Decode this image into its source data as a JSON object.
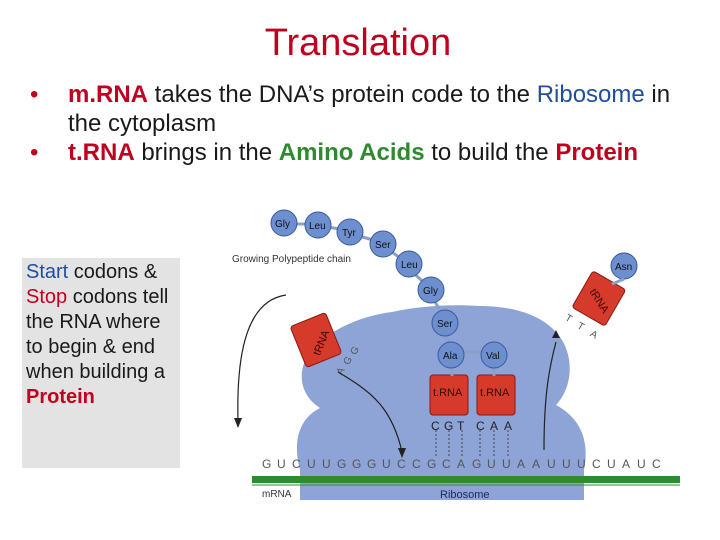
{
  "slide": {
    "title": "Translation",
    "bullet1": {
      "term": "m.RNA",
      "text_a": " takes the DNA’s protein code to the ",
      "term2": "Ribosome",
      "text_b": " in the cytoplasm"
    },
    "bullet2": {
      "term": "t.RNA",
      "text_a": " brings in the ",
      "term2": "Amino Acids",
      "text_b": " to build the ",
      "term3": "Protein"
    },
    "sidebox": {
      "start": "Start",
      "part1": " codons & ",
      "stop": "Stop",
      "part2": " codons tell the RNA where to begin & end when building a ",
      "protein": "Protein"
    }
  },
  "diagram": {
    "growing_label": "Growing Polypeptide chain",
    "amino_acids": [
      "Gly",
      "Leu",
      "Tyr",
      "Ser",
      "Leu",
      "Gly",
      "Ser",
      "Ala",
      "Val",
      "Asn"
    ],
    "trna_label": "t.RNA",
    "trna_label_red": "tRNA",
    "anticodon_left": [
      "A",
      "G",
      "G"
    ],
    "anticodon_right": [
      "T",
      "T",
      "A"
    ],
    "anticodon_row": [
      "C",
      "G",
      "T",
      "C",
      "A",
      "A"
    ],
    "mrna_sequence": [
      "G",
      "U",
      "C",
      "U",
      "U",
      "G",
      "G",
      "G",
      "U",
      "C",
      "C",
      "G",
      "C",
      "A",
      "G",
      "U",
      "U",
      "A",
      "A",
      "U",
      "U",
      "U",
      "C",
      "U",
      "A",
      "U",
      "C"
    ],
    "mrna_label": "mRNA",
    "ribosome_label": "Ribosome",
    "colors": {
      "ribosome": "#8ea3d6",
      "trna": "#d63a2a",
      "amino": "#6d8fd0",
      "mrna": "#2e8b2e"
    }
  }
}
